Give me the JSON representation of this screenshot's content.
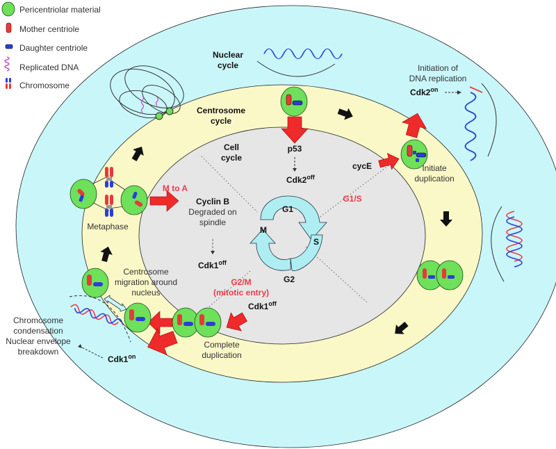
{
  "legend": [
    {
      "icon": "pericentriolar-material",
      "label": "Pericentriolar material"
    },
    {
      "icon": "mother-centriole",
      "label": "Mother centriole"
    },
    {
      "icon": "daughter-centriole",
      "label": "Daughter centriole"
    },
    {
      "icon": "replicated-dna",
      "label": "Replicated DNA"
    },
    {
      "icon": "chromosome",
      "label": "Chromosome"
    }
  ],
  "zones": {
    "nuclear": [
      "Nuclear",
      "cycle"
    ],
    "centrosome": [
      "Centrosome",
      "cycle"
    ],
    "cell": [
      "Cell",
      "cycle"
    ]
  },
  "phases": {
    "g1": "G1",
    "s": "S",
    "g2": "G2",
    "m": "M"
  },
  "transitions": {
    "g1s": "G1/S",
    "g2m": "G2/M",
    "g2m_sub": "(mitotic entry)",
    "m_to_a": "M to A"
  },
  "labels": {
    "p53": "p53",
    "cdk2_off": {
      "base": "Cdk2",
      "sup": "off"
    },
    "cdk2_on": {
      "base": "Cdk2",
      "sup": "on"
    },
    "cdk1_off_center": {
      "base": "Cdk1",
      "sup": "off"
    },
    "cdk1_off_g2m": {
      "base": "Cdk1",
      "sup": "off"
    },
    "cdk1_on": {
      "base": "Cdk1",
      "sup": "on"
    },
    "cyce": "cycE",
    "cyclin_b": "Cyclin B",
    "degraded": [
      "Degraded on",
      "spindle"
    ],
    "initiation_dna": [
      "Initiation of",
      "DNA replication"
    ],
    "initiate_dup": [
      "Initiate",
      "duplication"
    ],
    "complete_dup": [
      "Complete",
      "duplication"
    ],
    "migration": [
      "Centrosome",
      "migration around",
      "nucleus"
    ],
    "condensation": [
      "Chromosome",
      "condensation",
      "Nuclear envelope",
      "breakdown"
    ],
    "metaphase": "Metaphase"
  },
  "colors": {
    "nuclear_zone": "#c9f6f9",
    "centrosome_zone": "#fbf8c8",
    "cell_zone": "#e6e6e6",
    "pcm": "#6ee05a",
    "mother": "#e43b3b",
    "daughter": "#2a3ed8",
    "arrow_red": "#ee2a2a",
    "phase_arrow": "#aeeef2",
    "transition_text": "#ee3a4a"
  }
}
